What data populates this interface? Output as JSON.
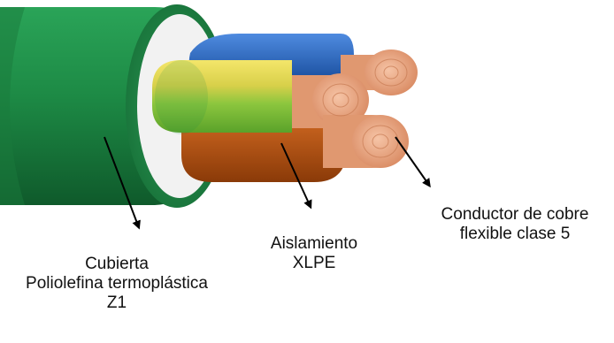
{
  "labels": {
    "sheath": {
      "line1": "Cubierta",
      "line2": "Poliolefina termoplástica",
      "line3": "Z1"
    },
    "insulation": {
      "line1": "Aislamiento",
      "line2": "XLPE"
    },
    "conductor": {
      "line1": "Conductor de cobre",
      "line2": "flexible clase 5"
    }
  },
  "colors": {
    "sheath": "#1e8a44",
    "filler": "#f1f1f1",
    "insulation_yellow_green": "#9fcf3a",
    "insulation_blue": "#1f5fb8",
    "insulation_brown": "#b2500f",
    "copper": "#e8a27e",
    "arrow": "#000000"
  }
}
